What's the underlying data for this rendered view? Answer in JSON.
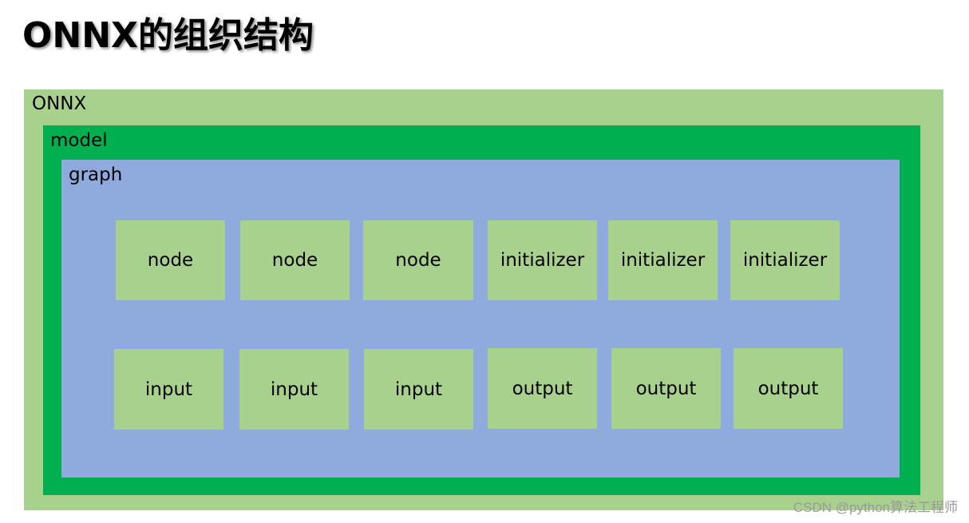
{
  "title": "ONNX的组织结构",
  "layers": {
    "onnx": "ONNX",
    "model": "model",
    "graph": "graph"
  },
  "top_row": [
    "node",
    "node",
    "node",
    "initializer",
    "initializer",
    "initializer"
  ],
  "bottom_row": [
    "input",
    "input",
    "input",
    "output",
    "output",
    "output"
  ],
  "watermark": "CSDN @python算法工程师",
  "colors": {
    "onnx_fill": "#a9d18e",
    "model_fill": "#00b050",
    "graph_fill": "#8faadc",
    "cell_fill": "#a9d18e"
  }
}
